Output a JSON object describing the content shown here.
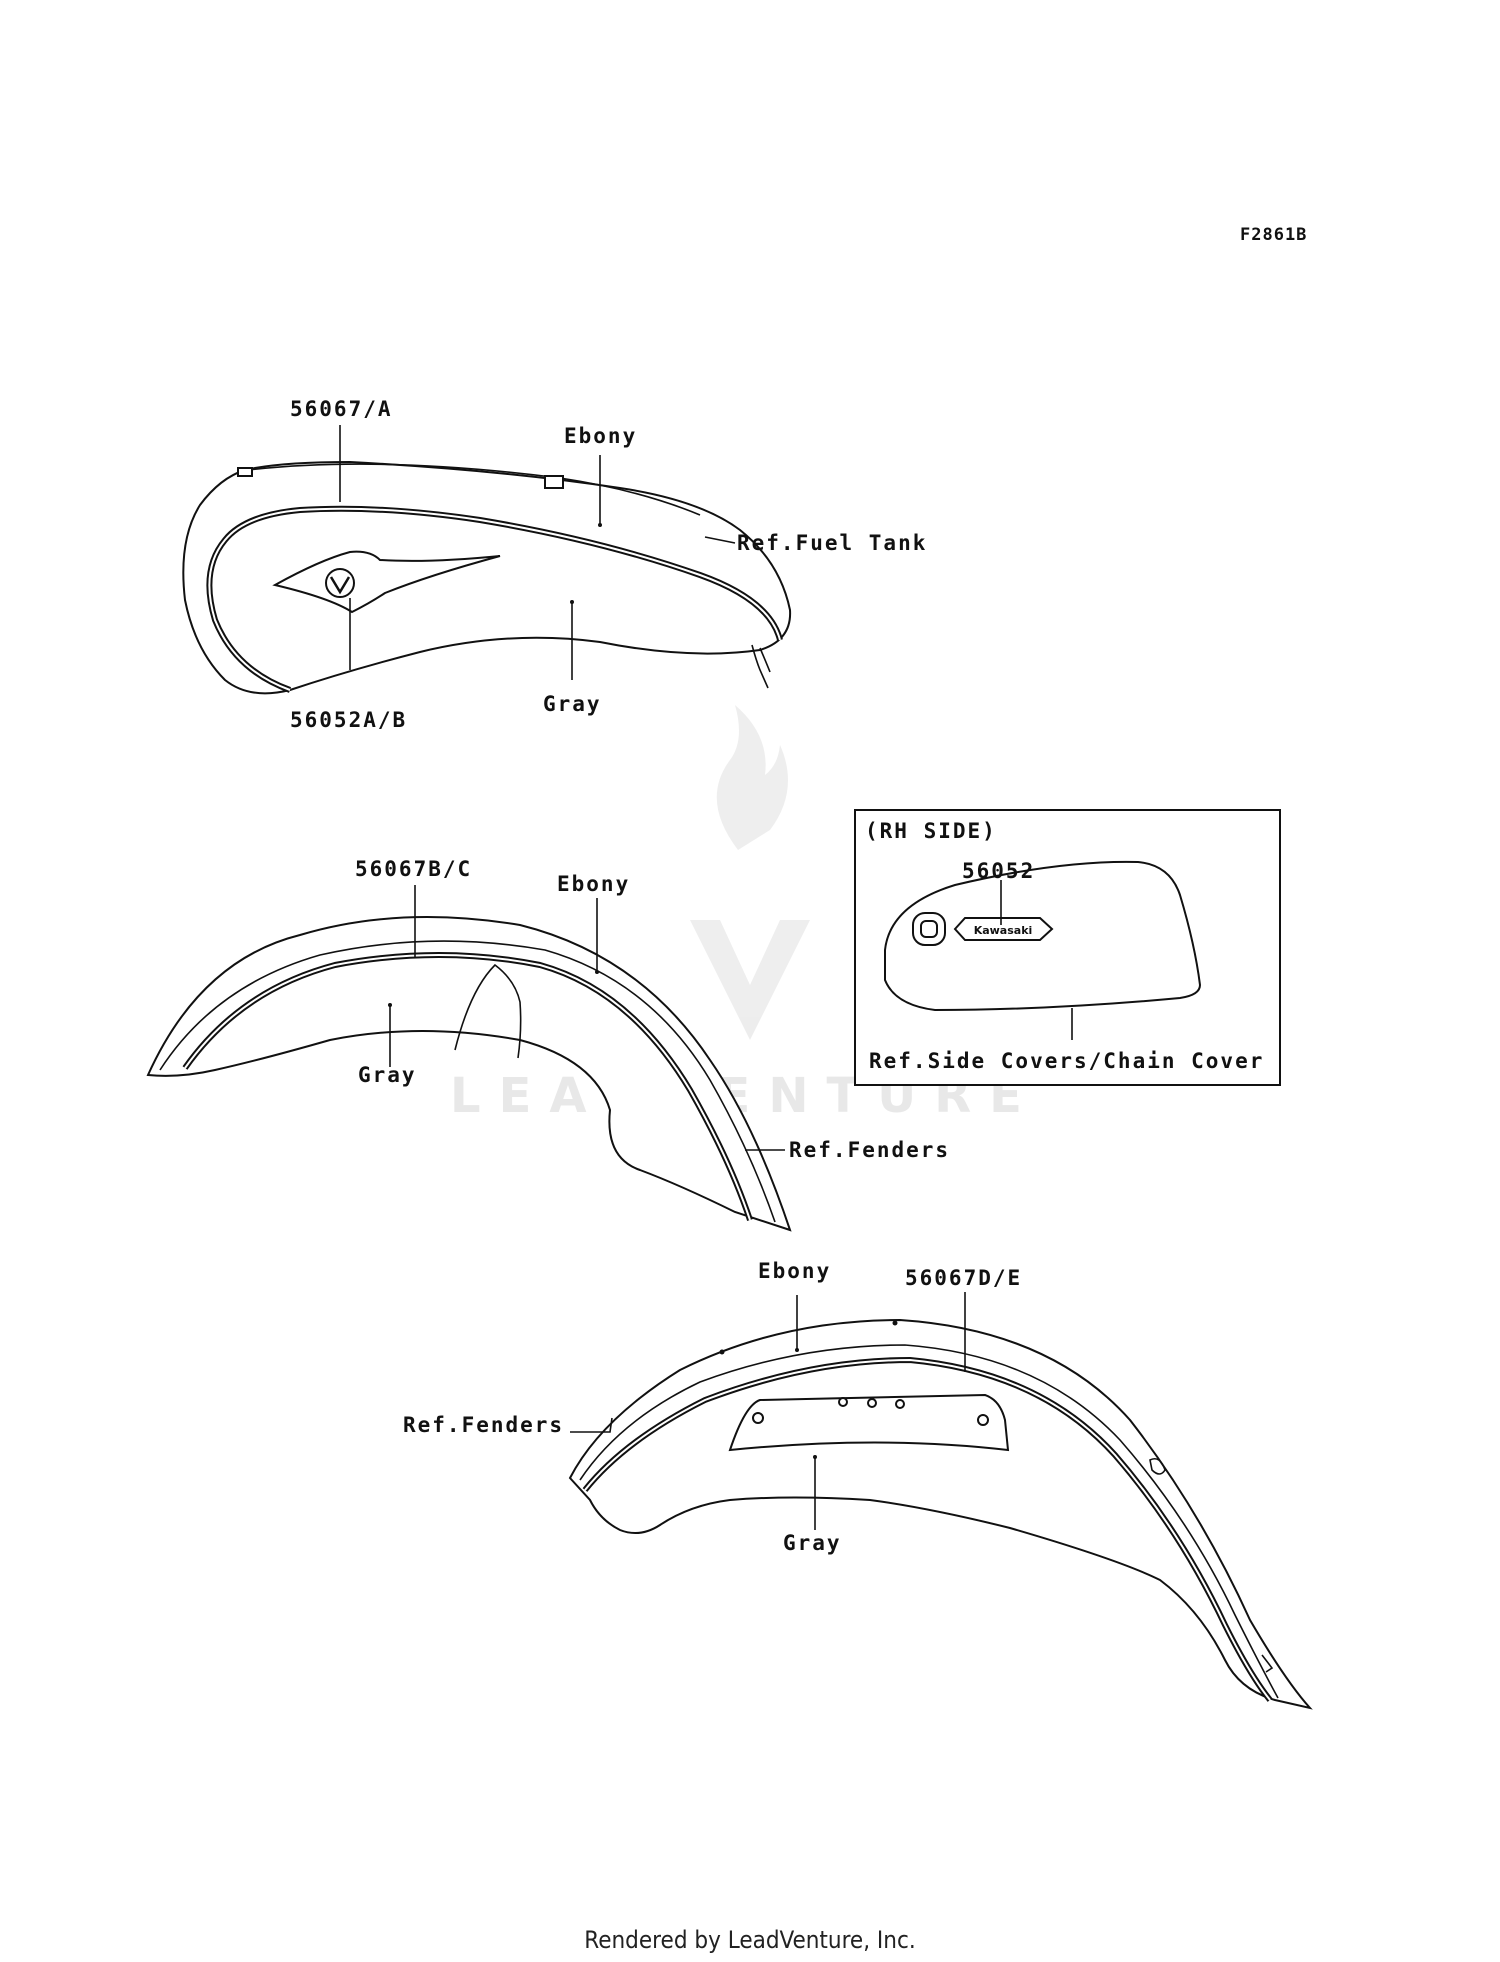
{
  "diagram": {
    "figure_code": "F2861B",
    "footer": "Rendered by LeadVenture, Inc.",
    "watermark": "LEADVENTURE",
    "fuel_tank": {
      "part_stripe": "56067/A",
      "part_emblem": "56052A/B",
      "color_upper": "Ebony",
      "color_lower": "Gray",
      "reference": "Ref.Fuel Tank"
    },
    "front_fender": {
      "part_stripe": "56067B/C",
      "color_upper": "Ebony",
      "color_lower": "Gray",
      "reference": "Ref.Fenders"
    },
    "side_cover_inset": {
      "side": "(RH SIDE)",
      "part_emblem": "56052",
      "emblem_text": "Kawasaki",
      "reference": "Ref.Side Covers/Chain Cover"
    },
    "rear_fender": {
      "part_stripe": "56067D/E",
      "color_upper": "Ebony",
      "color_lower": "Gray",
      "reference": "Ref.Fenders"
    }
  }
}
